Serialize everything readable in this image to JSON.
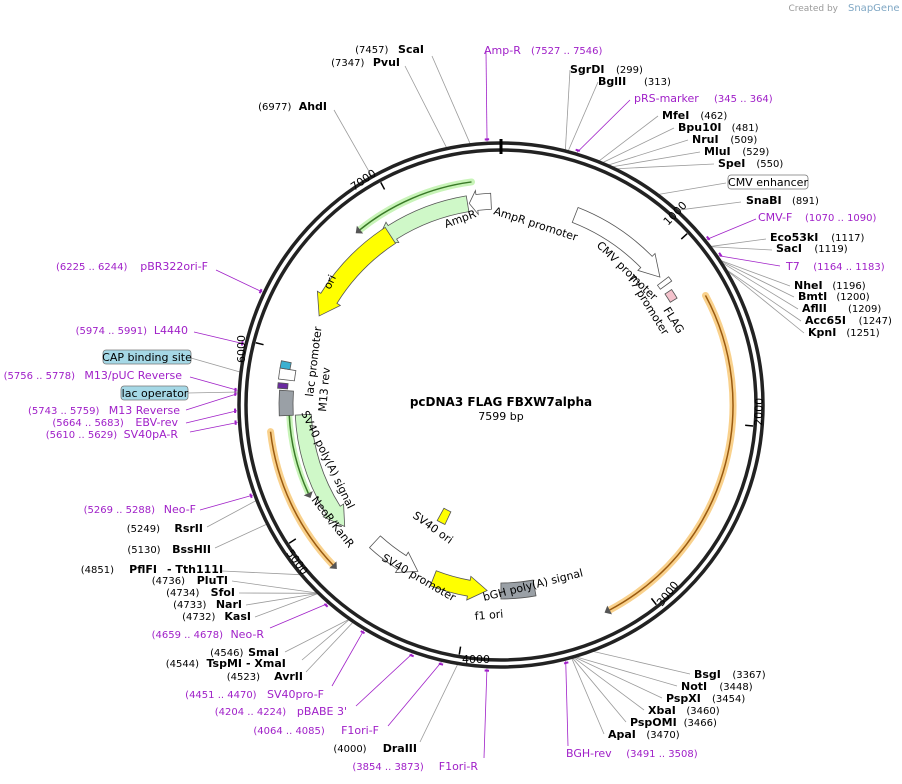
{
  "title": "pcDNA3 FLAG FBXW7alpha",
  "length": "7599 bp",
  "credit": {
    "created_by": "Created by",
    "brand": "SnapGene"
  },
  "ticks": [
    "1000",
    "2000",
    "3000",
    "4000",
    "5000",
    "6000",
    "7000"
  ],
  "colors": {
    "primer": "#a020c8",
    "ampr": "#cff8c8",
    "ori": "#ffff00",
    "orf": "#e88a1a",
    "orf_glow": "#f9d18c",
    "grey": "#9aa0a6",
    "box_blue": "#a5d8e6"
  },
  "enzymes": [
    {
      "name": "ScaI",
      "pos": "(7457)"
    },
    {
      "name": "PvuI",
      "pos": "(7347)"
    },
    {
      "name": "AhdI",
      "pos": "(6977)"
    },
    {
      "name": "SgrDI",
      "pos": "(299)"
    },
    {
      "name": "BglII",
      "pos": "(313)"
    },
    {
      "name": "MfeI",
      "pos": "(462)"
    },
    {
      "name": "Bpu10I",
      "pos": "(481)"
    },
    {
      "name": "NruI",
      "pos": "(509)"
    },
    {
      "name": "MluI",
      "pos": "(529)"
    },
    {
      "name": "SpeI",
      "pos": "(550)"
    },
    {
      "name": "SnaBI",
      "pos": "(891)"
    },
    {
      "name": "Eco53kI",
      "pos": "(1117)"
    },
    {
      "name": "SacI",
      "pos": "(1119)"
    },
    {
      "name": "NheI",
      "pos": "(1196)"
    },
    {
      "name": "BmtI",
      "pos": "(1200)"
    },
    {
      "name": "AflII",
      "pos": "(1209)"
    },
    {
      "name": "Acc65I",
      "pos": "(1247)"
    },
    {
      "name": "KpnI",
      "pos": "(1251)"
    },
    {
      "name": "BsgI",
      "pos": "(3367)"
    },
    {
      "name": "NotI",
      "pos": "(3448)"
    },
    {
      "name": "PspXI",
      "pos": "(3454)"
    },
    {
      "name": "XbaI",
      "pos": "(3460)"
    },
    {
      "name": "PspOMI",
      "pos": "(3466)"
    },
    {
      "name": "ApaI",
      "pos": "(3470)"
    },
    {
      "name": "DraIII",
      "pos": "(4000)"
    },
    {
      "name": "AvrII",
      "pos": "(4523)"
    },
    {
      "name": "TspMI",
      "pos": "(4544)"
    },
    {
      "name": "- XmaI",
      "pos": ""
    },
    {
      "name": "SmaI",
      "pos": "(4546)"
    },
    {
      "name": "KasI",
      "pos": "(4732)"
    },
    {
      "name": "NarI",
      "pos": "(4733)"
    },
    {
      "name": "SfoI",
      "pos": "(4734)"
    },
    {
      "name": "PluTI",
      "pos": "(4736)"
    },
    {
      "name": "PflFI",
      "pos": "(4851)"
    },
    {
      "name": "- Tth111I",
      "pos": ""
    },
    {
      "name": "BssHII",
      "pos": "(5130)"
    },
    {
      "name": "RsrII",
      "pos": "(5249)"
    }
  ],
  "primers": [
    {
      "name": "Amp-R",
      "range": "(7527 .. 7546)"
    },
    {
      "name": "pRS-marker",
      "range": "(345 .. 364)"
    },
    {
      "name": "CMV-F",
      "range": "(1070 .. 1090)"
    },
    {
      "name": "T7",
      "range": "(1164 .. 1183)"
    },
    {
      "name": "BGH-rev",
      "range": "(3491 .. 3508)"
    },
    {
      "name": "F1ori-R",
      "range": "(3854 .. 3873)"
    },
    {
      "name": "F1ori-F",
      "range": "(4064 .. 4085)"
    },
    {
      "name": "pBABE 3'",
      "range": "(4204 .. 4224)"
    },
    {
      "name": "SV40pro-F",
      "range": "(4451 .. 4470)"
    },
    {
      "name": "Neo-R",
      "range": "(4659 .. 4678)"
    },
    {
      "name": "Neo-F",
      "range": "(5269 .. 5288)"
    },
    {
      "name": "SV40pA-R",
      "range": "(5610 .. 5629)"
    },
    {
      "name": "EBV-rev",
      "range": "(5664 .. 5683)"
    },
    {
      "name": "M13 Reverse",
      "range": "(5743 .. 5759)"
    },
    {
      "name": "M13/pUC Reverse",
      "range": "(5756 .. 5778)"
    },
    {
      "name": "L4440",
      "range": "(5974 .. 5991)"
    },
    {
      "name": "pBR322ori-F",
      "range": "(6225 .. 6244)"
    }
  ],
  "boxed": [
    "CMV enhancer",
    "CAP binding site",
    "lac operator"
  ],
  "features": [
    "AmpR",
    "AmpR promoter",
    "CMV promoter",
    "T7 promoter",
    "FLAG",
    "ori",
    "lac promoter",
    "M13 rev",
    "SV40 poly(A) signal",
    "NeoR/KanR",
    "SV40 ori",
    "SV40 promoter",
    "f1 ori",
    "bGH poly(A) signal"
  ]
}
